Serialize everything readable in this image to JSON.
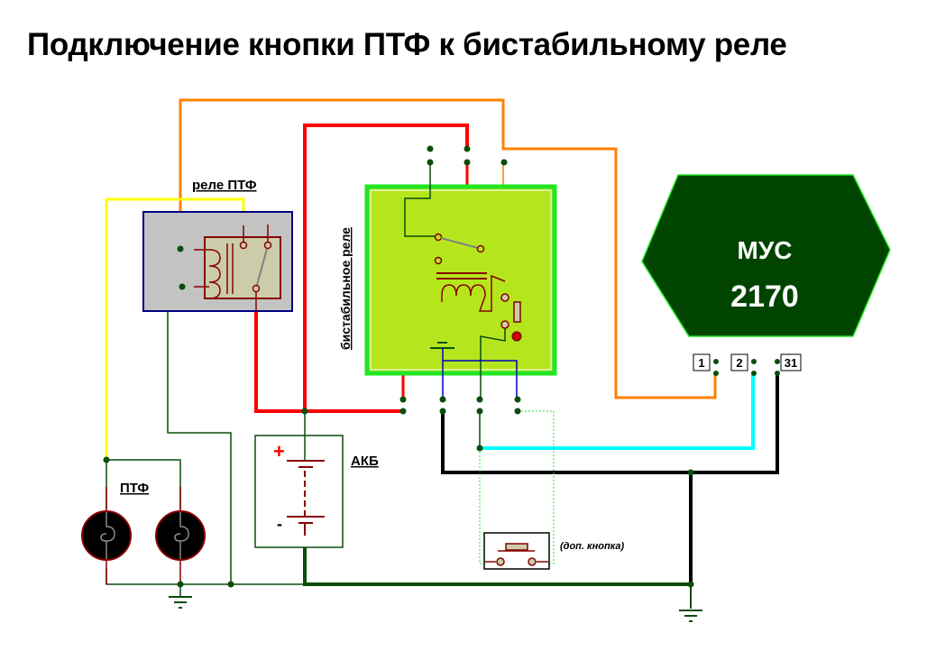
{
  "title": "Подключение кнопки ПТФ к бистабильному реле",
  "labels": {
    "ptf_relay": "реле ПТФ",
    "bistable_relay": "бистабильное реле",
    "battery": "АКБ",
    "battery_plus": "+",
    "battery_minus": "-",
    "fog_lights": "ПТФ",
    "extra_button": "(доп. кнопка)",
    "mus_name": "МУС",
    "mus_model": "2170"
  },
  "mus_pins": [
    "1",
    "2",
    "31"
  ],
  "colors": {
    "wire_orange": "#ff8000",
    "wire_red": "#ff0000",
    "wire_yellow": "#ffff00",
    "wire_green": "#0b4d0b",
    "wire_cyan": "#00ffff",
    "wire_black": "#000000",
    "wire_blue": "#0000c0",
    "relay_body": "#b5e61d",
    "relay_border": "#22e622",
    "mus_fill": "#004400",
    "ptf_relay_bg": "#c3c3c3",
    "ptf_relay_border": "#000080"
  }
}
